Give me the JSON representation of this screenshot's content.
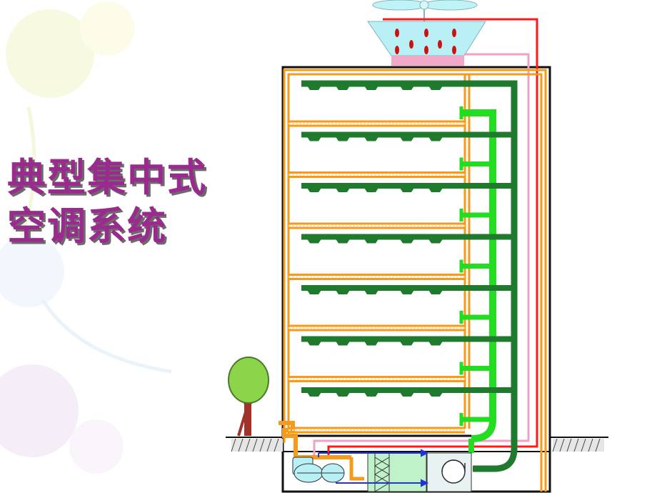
{
  "title": {
    "line1": "典型集中式",
    "line2": "空调系统"
  },
  "colors": {
    "title": "#9b2a8e",
    "supply_duct": "#1f7a2e",
    "return_duct": "#22dd22",
    "chilled_water": "#f59a1a",
    "condenser_supply": "#ff1a1a",
    "condenser_return": "#f2a0c8",
    "building_outline": "#111111",
    "cooling_tower": "#b9f0f5"
  },
  "building": {
    "floors": 7
  }
}
